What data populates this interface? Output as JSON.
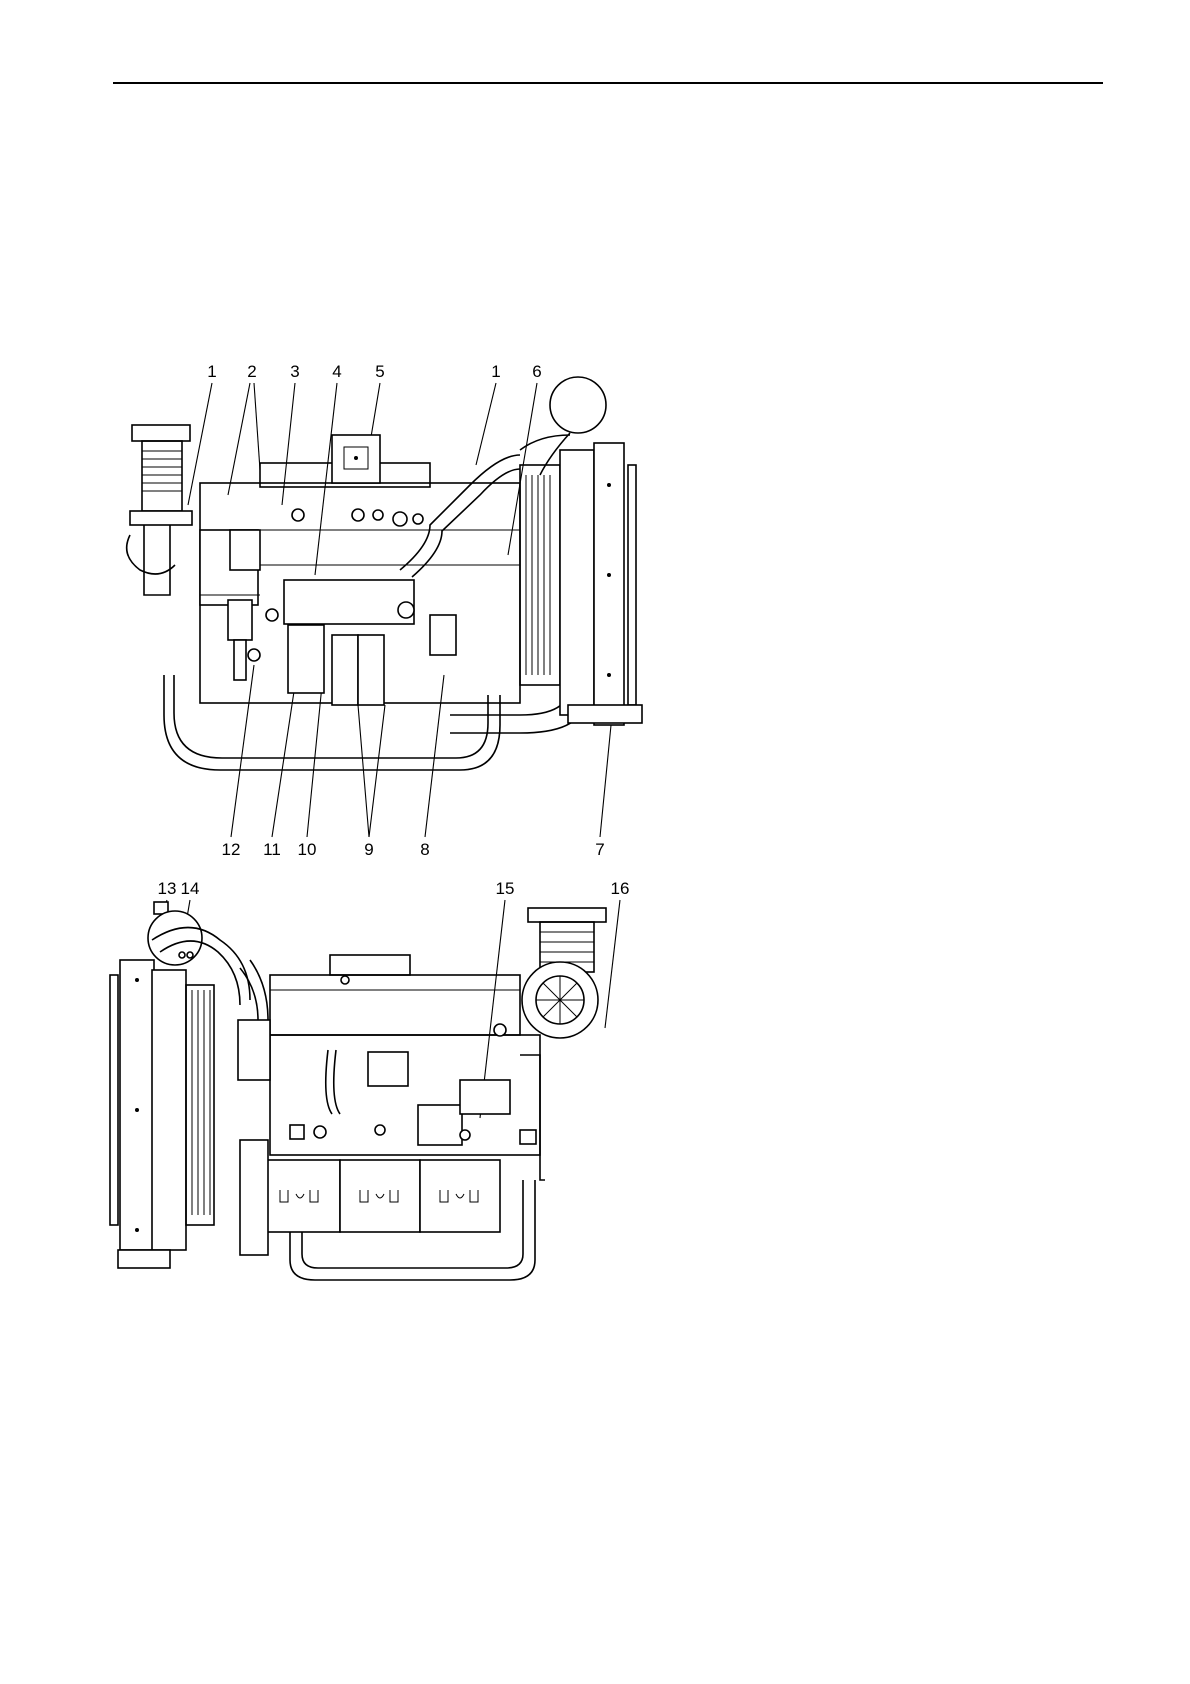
{
  "figure_top": {
    "callouts_top": [
      "1",
      "2",
      "3",
      "4",
      "5",
      "1",
      "6"
    ],
    "callouts_bottom": [
      "12",
      "11",
      "10",
      "9",
      "8",
      "7"
    ]
  },
  "figure_bottom": {
    "callouts_top": [
      "13",
      "14",
      "15",
      "16"
    ]
  }
}
